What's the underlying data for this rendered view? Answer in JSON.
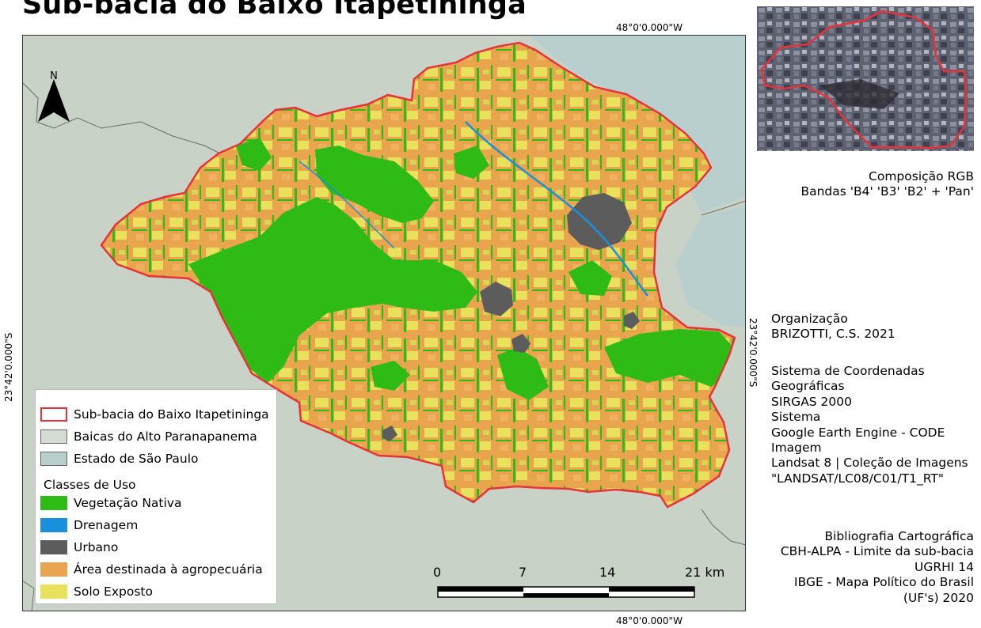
{
  "title": "Sub-bacia do Baixo Itapetininga",
  "coords": {
    "top": "48°0'0.000\"W",
    "bottom": "48°0'0.000\"W",
    "left": "23°42'0.000\"S",
    "right": "23°42'0.000\"S"
  },
  "north_arrow": {
    "label": "N"
  },
  "legend": {
    "boundaries": [
      {
        "label": "Sub-bacia do Baixo Itapetininga",
        "fill": "#ffffff",
        "stroke": "#e8323a"
      },
      {
        "label": "Baicas do Alto Paranapanema",
        "fill": "#d6dbd3",
        "stroke": "#666666"
      },
      {
        "label": "Estado de São Paulo",
        "fill": "#b8cfcd",
        "stroke": "#666666"
      }
    ],
    "classes_heading": "Classes de Uso",
    "classes": [
      {
        "label": "Vegetação Nativa",
        "color": "#2ebb16"
      },
      {
        "label": "Drenagem",
        "color": "#1a8fdc"
      },
      {
        "label": "Urbano",
        "color": "#5c5c5c"
      },
      {
        "label": "Área destinada à agropecuária",
        "color": "#e8a54d"
      },
      {
        "label": "Solo Exposto",
        "color": "#e9e05c"
      }
    ]
  },
  "scale_bar": {
    "labels": [
      "0",
      "7",
      "14",
      "21 km"
    ]
  },
  "inset_caption": [
    "Composição RGB",
    "Bandas 'B4' 'B3' 'B2' + 'Pan'"
  ],
  "organization": [
    "Organização",
    "BRIZOTTI, C.S. 2021"
  ],
  "system": [
    "Sistema de Coordenadas",
    "Geográficas",
    "SIRGAS 2000",
    "Sistema",
    "Google Earth Engine - CODE",
    "Imagem",
    "Landsat 8 | Coleção de Imagens",
    "\"LANDSAT/LC08/C01/T1_RT\""
  ],
  "bibliography": [
    "Bibliografia Cartográfica",
    "CBH-ALPA - Limite da sub-bacia",
    "UGRHI 14",
    "IBGE - Mapa Político do Brasil",
    "(UF's) 2020"
  ],
  "colors": {
    "basin_outline": "#e8323a",
    "alto_paranapanema": "#c9d2c7",
    "estado_sp": "#b8cfcd",
    "vegetacao": "#2ebb16",
    "drenagem": "#1a8fdc",
    "urbano": "#5c5c5c",
    "agropecuaria": "#e8a54d",
    "solo": "#e9e05c"
  }
}
